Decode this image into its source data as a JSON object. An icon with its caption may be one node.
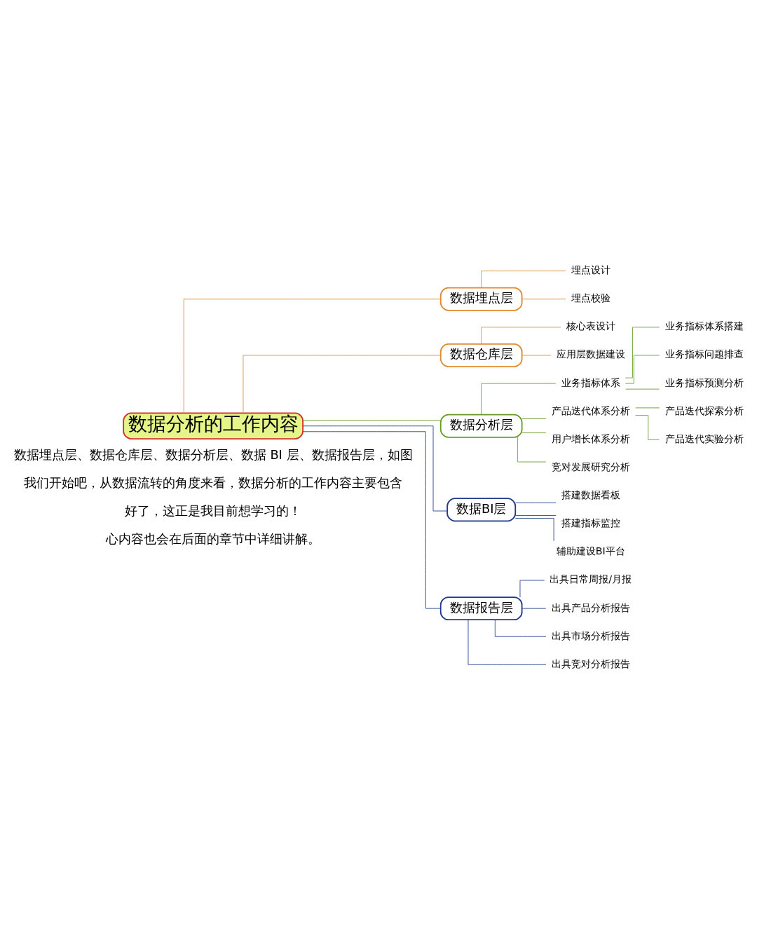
{
  "diagram": {
    "nodes": [
      {
        "text": [
          "数据分析的工作内容"
        ]
      },
      {
        "text": [
          "数据埋点层"
        ]
      },
      {
        "text": [
          "埋点设计"
        ]
      },
      {
        "text": [
          "埋点校验"
        ]
      },
      {
        "text": [
          "数据仓库层"
        ]
      },
      {
        "text": [
          "核心表设计"
        ]
      },
      {
        "text": [
          "应用层数据建设"
        ]
      },
      {
        "text": [
          "数据分析层"
        ]
      },
      {
        "text": [
          "业务指标体系"
        ]
      },
      {
        "text": [
          "业务指标体系搭建"
        ]
      },
      {
        "text": [
          "业务指标问题排查"
        ]
      },
      {
        "text": [
          "业务指标预测分析"
        ]
      },
      {
        "text": [
          "产品迭代体系分析"
        ]
      },
      {
        "text": [
          "产品迭代探索分析"
        ]
      },
      {
        "text": [
          "产品迭代实验分析"
        ]
      },
      {
        "text": [
          "用户增长体系分析"
        ]
      },
      {
        "text": [
          "竞对发展研究分析"
        ]
      },
      {
        "text": [
          "数据BI层"
        ]
      },
      {
        "text": [
          "搭建数据看板"
        ]
      },
      {
        "text": [
          "搭建指标监控"
        ]
      },
      {
        "text": [
          "辅助建设BI平台"
        ]
      },
      {
        "text": [
          "数据报告层"
        ]
      },
      {
        "text": [
          "出具日常周报/月报"
        ]
      },
      {
        "text": [
          "出具产品分析报告"
        ]
      },
      {
        "text": [
          "出具市场分析报告"
        ]
      },
      {
        "text": [
          "出具竞对分析报告"
        ]
      }
    ],
    "edges": [
      {
        "from": 0,
        "to": 1,
        "arrow": "none",
        "color": "#e08a2c"
      },
      {
        "from": 1,
        "to": 2,
        "arrow": "none",
        "color": "#e08a2c"
      },
      {
        "from": 1,
        "to": 3,
        "arrow": "none",
        "color": "#e08a2c"
      },
      {
        "from": 0,
        "to": 4,
        "arrow": "none",
        "color": "#e08a2c"
      },
      {
        "from": 4,
        "to": 5,
        "arrow": "none",
        "color": "#e08a2c"
      },
      {
        "from": 4,
        "to": 6,
        "arrow": "none",
        "color": "#e08a2c"
      },
      {
        "from": 0,
        "to": 7,
        "arrow": "none",
        "color": "#6a9a2a"
      },
      {
        "from": 7,
        "to": 8,
        "arrow": "none",
        "color": "#6a9a2a"
      },
      {
        "from": 8,
        "to": 9,
        "arrow": "none",
        "color": "#6a9a2a"
      },
      {
        "from": 8,
        "to": 10,
        "arrow": "none",
        "color": "#6a9a2a"
      },
      {
        "from": 8,
        "to": 11,
        "arrow": "none",
        "color": "#6a9a2a"
      },
      {
        "from": 7,
        "to": 12,
        "arrow": "none",
        "color": "#6a9a2a"
      },
      {
        "from": 12,
        "to": 13,
        "arrow": "none",
        "color": "#6a9a2a"
      },
      {
        "from": 12,
        "to": 14,
        "arrow": "none",
        "color": "#6a9a2a"
      },
      {
        "from": 7,
        "to": 15,
        "arrow": "none",
        "color": "#6a9a2a"
      },
      {
        "from": 7,
        "to": 16,
        "arrow": "none",
        "color": "#6a9a2a"
      },
      {
        "from": 0,
        "to": 17,
        "arrow": "none",
        "color": "#1f3a8a"
      },
      {
        "from": 17,
        "to": 18,
        "arrow": "none",
        "color": "#1f3a8a"
      },
      {
        "from": 17,
        "to": 19,
        "arrow": "none",
        "color": "#1f3a8a"
      },
      {
        "from": 17,
        "to": 20,
        "arrow": "none",
        "color": "#1f3a8a"
      },
      {
        "from": 0,
        "to": 21,
        "arrow": "none",
        "color": "#1f3a8a"
      },
      {
        "from": 21,
        "to": 22,
        "arrow": "none",
        "color": "#1f3a8a"
      },
      {
        "from": 21,
        "to": 23,
        "arrow": "none",
        "color": "#1f3a8a"
      },
      {
        "from": 21,
        "to": 24,
        "arrow": "none",
        "color": "#1f3a8a"
      },
      {
        "from": 21,
        "to": 25,
        "arrow": "none",
        "color": "#1f3a8a"
      }
    ],
    "labels": [
      "心内容也会在后面的章节中详细讲解。",
      "好了，这正是我目前想学习的！",
      "我们开始吧，从数据流转的角度来看，数据分析的工作内容主要包含",
      "数据埋点层、数据仓库层、数据分析层、数据 BI 层、数据报告层，如图"
    ]
  }
}
